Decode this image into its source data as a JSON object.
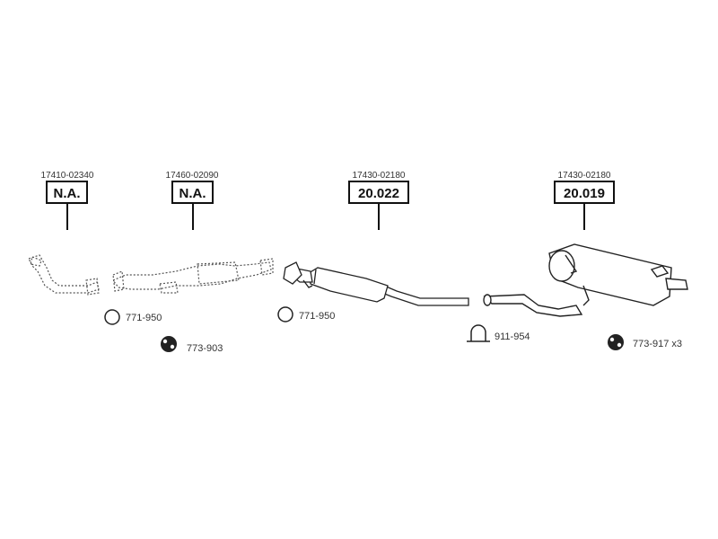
{
  "parts": [
    {
      "oem": "17410-02340",
      "part_no": "N.A."
    },
    {
      "oem": "17460-02090",
      "part_no": "N.A."
    },
    {
      "oem": "17430-02180",
      "part_no": "20.022"
    },
    {
      "oem": "17430-02180",
      "part_no": "20.019"
    }
  ],
  "accessories": [
    {
      "code": "771-950",
      "icon": "gasket-ring-icon"
    },
    {
      "code": "773-903",
      "icon": "rubber-hanger-icon"
    },
    {
      "code": "771-950",
      "icon": "gasket-ring-icon"
    },
    {
      "code": "911-954",
      "icon": "u-bolt-clamp-icon"
    },
    {
      "code": "773-917 x3",
      "icon": "rubber-hanger-icon"
    }
  ],
  "colors": {
    "line": "#222222",
    "dotted_part": "#555555",
    "pipe_fill": "#ffffff"
  }
}
